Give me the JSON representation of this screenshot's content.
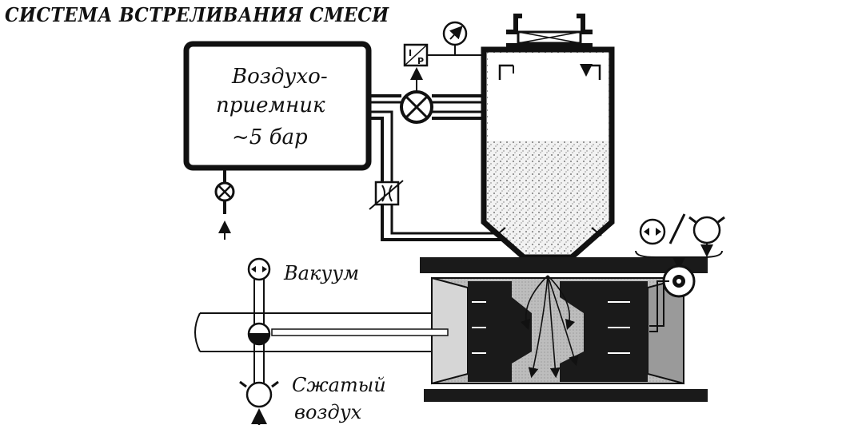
{
  "title": "СИСТЕМА ВСТРЕЛИВАНИЯ СМЕСИ",
  "receiver": {
    "line1": "Воздухо-",
    "line2": "приемник",
    "line3": "~5 бар"
  },
  "labels": {
    "vacuum": "Вакуум",
    "compressed_line1": "Сжатый",
    "compressed_line2": "воздух"
  },
  "pressure_transducer": "I/P"
}
